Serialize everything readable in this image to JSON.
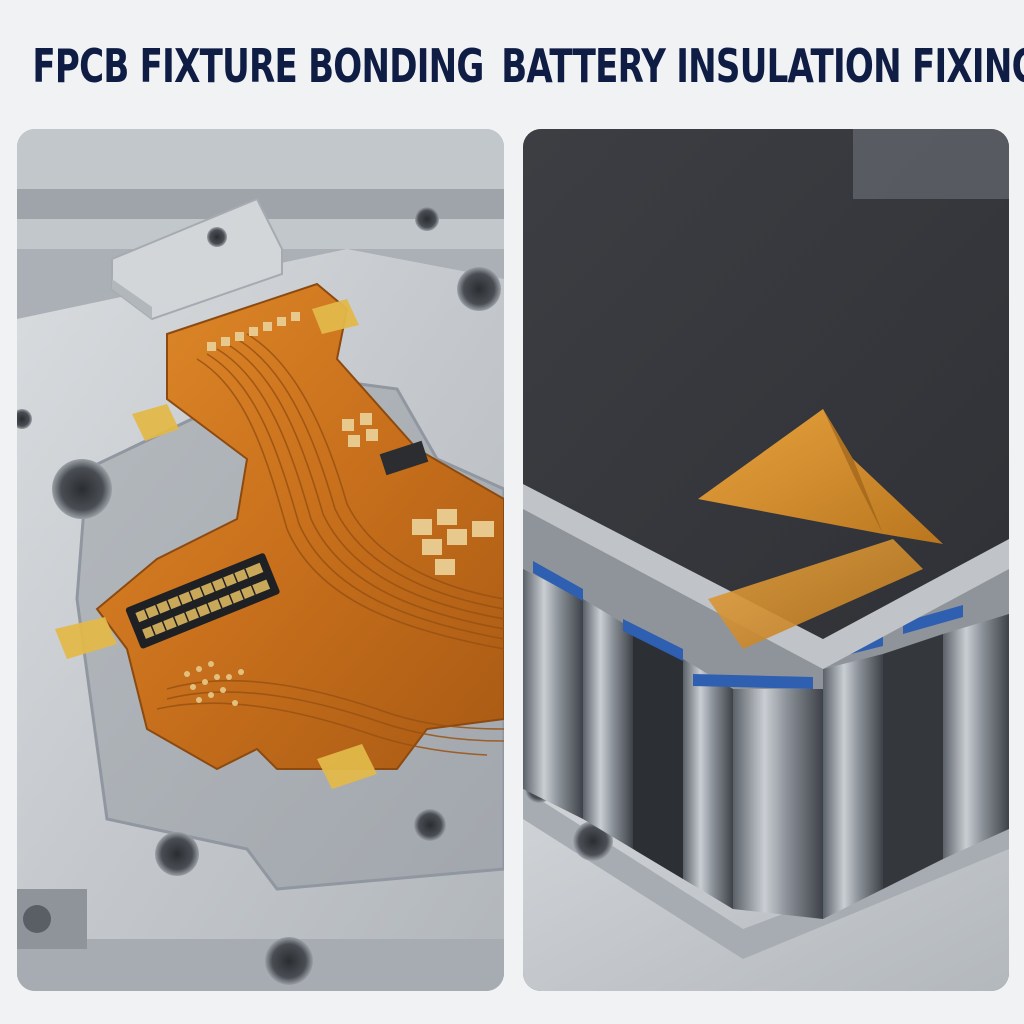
{
  "titles": {
    "left": "FPCB FIXTURE BONDING",
    "right": "BATTERY INSULATION FIXING"
  },
  "colors": {
    "title": "#0f1d45",
    "background": "#f1f2f4",
    "fixture_metal": "#c9cdd1",
    "fpcb_copper": "#c8741c",
    "kapton_tape": "#e2b84a",
    "insulation_sheet": "#3b3d42",
    "cell_blue": "#2f5fb0"
  },
  "icons": {
    "left_panel": "fpcb-on-fixture-photo",
    "right_panel": "battery-module-insulation-photo"
  }
}
